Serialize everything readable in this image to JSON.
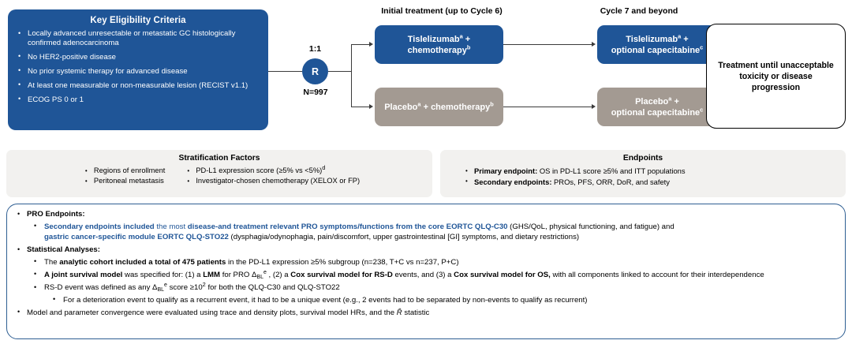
{
  "eligibility": {
    "title": "Key Eligibility Criteria",
    "criteria": [
      "Locally advanced unresectable or metastatic GC histologically confirmed adenocarcinoma",
      "No HER2-positive disease",
      "No prior systemic therapy for advanced disease",
      "At least one measurable or non-measurable lesion (RECIST v1.1)",
      "ECOG PS 0 or 1"
    ]
  },
  "randomization": {
    "ratio": "1:1",
    "node_label": "R",
    "n_label": "N=997"
  },
  "columns": {
    "initial": "Initial treatment (up to Cycle 6)",
    "cycle7": "Cycle 7 and beyond"
  },
  "arms": {
    "tis_chemo_line1": "Tislelizumab",
    "tis_chemo_sup1": "a",
    "tis_chemo_mid": " +",
    "tis_chemo_line2": "chemotherapy",
    "tis_chemo_sup2": "b",
    "pla_chemo_line1": "Placebo",
    "pla_chemo_sup1": "a",
    "pla_chemo_mid": " + chemotherapy",
    "pla_chemo_sup2": "b",
    "tis_cape_line1": "Tislelizumab",
    "tis_cape_sup1": "a",
    "tis_cape_mid": " +",
    "tis_cape_line2": "optional capecitabine",
    "tis_cape_sup2": "c",
    "pla_cape_line1": "Placebo",
    "pla_cape_sup1": "a",
    "pla_cape_mid": " +",
    "pla_cape_line2": "optional capecitabine",
    "pla_cape_sup2": "c"
  },
  "until_box": {
    "line1": "Treatment until unacceptable",
    "line2": "toxicity or disease progression"
  },
  "stratification": {
    "title": "Stratification Factors",
    "col1": [
      "Regions of enrollment",
      "Peritoneal metastasis"
    ],
    "col2_a_pre": "PD-L1 expression score (≥5% vs <5%)",
    "col2_a_sup": "d",
    "col2_b": "Investigator-chosen chemotherapy (XELOX or FP)"
  },
  "endpoints": {
    "title": "Endpoints",
    "primary_label": "Primary endpoint:",
    "primary_text": " OS in PD-L1 score ≥5% and ITT populations",
    "secondary_label": "Secondary endpoints:",
    "secondary_text": " PROs, PFS, ORR, DoR, and safety"
  },
  "bottom": {
    "pro_endpoints_label": "PRO Endpoints:",
    "pro_b1_a": "Secondary endpoints included",
    "pro_b1_b": " the most ",
    "pro_b1_c": "disease-and treatment relevant PRO symptoms/functions from the core EORTC QLQ-C30",
    "pro_b1_d": " (GHS/QoL, physical functioning, and fatigue) and",
    "pro_b1_e": "gastric cancer-specific module EORTC QLQ-STO22",
    "pro_b1_f": " (dysphagia/odynophagia, pain/discomfort, upper gastrointestinal [GI] symptoms, and dietary restrictions)",
    "stat_label": "Statistical Analyses:",
    "stat_b1_pre": "The ",
    "stat_b1_bold": "analytic cohort included a total of 475 patients",
    "stat_b1_post": " in the PD-L1 expression ≥5% subgroup (n=238, T+C vs n=237, P+C)",
    "stat_b2_bold1": "A joint survival model",
    "stat_b2_t1": " was specified for: (1) a ",
    "stat_b2_bold2": "LMM",
    "stat_b2_t2": " for PRO Δ",
    "stat_b2_sub": "BL",
    "stat_b2_sup": "e",
    "stat_b2_t3": " , (2) a ",
    "stat_b2_bold3": "Cox survival model for RS-D",
    "stat_b2_t4": " events, and (3) a ",
    "stat_b2_bold4": "Cox survival model for OS,",
    "stat_b2_t5": " with all components linked to account for their interdependence",
    "stat_b3_pre": "RS-D event was defined as any Δ",
    "stat_b3_sub": "BL",
    "stat_b3_sup": "e",
    "stat_b3_mid": " score ≥10",
    "stat_b3_sup2": "2",
    "stat_b3_post": " for both the QLQ-C30 and QLQ-STO22",
    "stat_b3_sub_item": "For a deterioration event to qualify as a recurrent event, it had to be a unique event (e.g., 2 events had to be separated by non-events to qualify as recurrent)",
    "stat_b4_pre": "Model and parameter convergence were evaluated using trace and density plots, survival model HRs, and the ",
    "stat_b4_rhat": "R̂",
    "stat_b4_post": " statistic"
  },
  "colors": {
    "brand_blue": "#1F5597",
    "taupe": "#A39A92",
    "panel_gray": "#F2F1EF",
    "panel_border_blue": "#2E5E92"
  }
}
